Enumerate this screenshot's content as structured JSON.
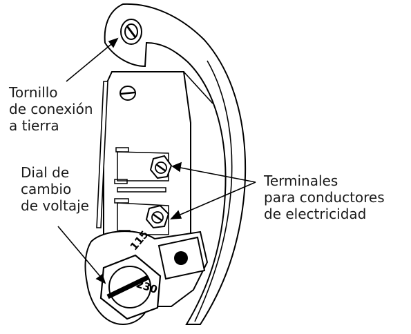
{
  "labels": {
    "ground_screw": [
      "Tornillo",
      "de conexión",
      "a tierra"
    ],
    "voltage_dial": [
      "Dial de",
      "cambio",
      "de voltaje"
    ],
    "terminals": [
      "Terminales",
      "para conductores",
      "de electricidad"
    ]
  },
  "dial": {
    "value_top": "115",
    "value_bottom": "230"
  },
  "colors": {
    "stroke": "#000000",
    "background": "#ffffff",
    "text": "#1a1a1a"
  }
}
